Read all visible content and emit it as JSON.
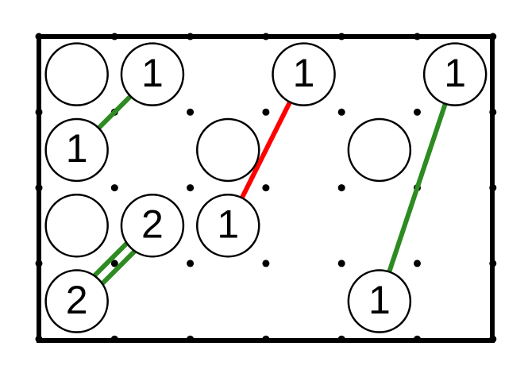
{
  "puzzle": {
    "type": "bridges-diagonal",
    "grid": {
      "cols": 6,
      "rows": 4
    },
    "colors": {
      "border": "#000000",
      "dot": "#000000",
      "circle_fill": "#ffffff",
      "circle_stroke": "#000000",
      "bridge_green": "#2e8b22",
      "bridge_red": "#ff0000"
    },
    "islands": [
      {
        "col": 0,
        "row": 0,
        "label": ""
      },
      {
        "col": 1,
        "row": 0,
        "label": "1"
      },
      {
        "col": 3,
        "row": 0,
        "label": "1"
      },
      {
        "col": 5,
        "row": 0,
        "label": "1"
      },
      {
        "col": 0,
        "row": 1,
        "label": "1"
      },
      {
        "col": 2,
        "row": 1,
        "label": ""
      },
      {
        "col": 4,
        "row": 1,
        "label": ""
      },
      {
        "col": 0,
        "row": 2,
        "label": ""
      },
      {
        "col": 1,
        "row": 2,
        "label": "2"
      },
      {
        "col": 2,
        "row": 2,
        "label": "1"
      },
      {
        "col": 0,
        "row": 3,
        "label": "2"
      },
      {
        "col": 4,
        "row": 3,
        "label": "1"
      }
    ],
    "bridges": [
      {
        "from": [
          1,
          0
        ],
        "to": [
          0,
          1
        ],
        "count": 1,
        "color": "bridge_green"
      },
      {
        "from": [
          3,
          0
        ],
        "to": [
          2,
          2
        ],
        "count": 1,
        "color": "bridge_red"
      },
      {
        "from": [
          5,
          0
        ],
        "to": [
          4,
          3
        ],
        "count": 1,
        "color": "bridge_green"
      },
      {
        "from": [
          1,
          2
        ],
        "to": [
          0,
          3
        ],
        "count": 2,
        "color": "bridge_green"
      }
    ]
  }
}
